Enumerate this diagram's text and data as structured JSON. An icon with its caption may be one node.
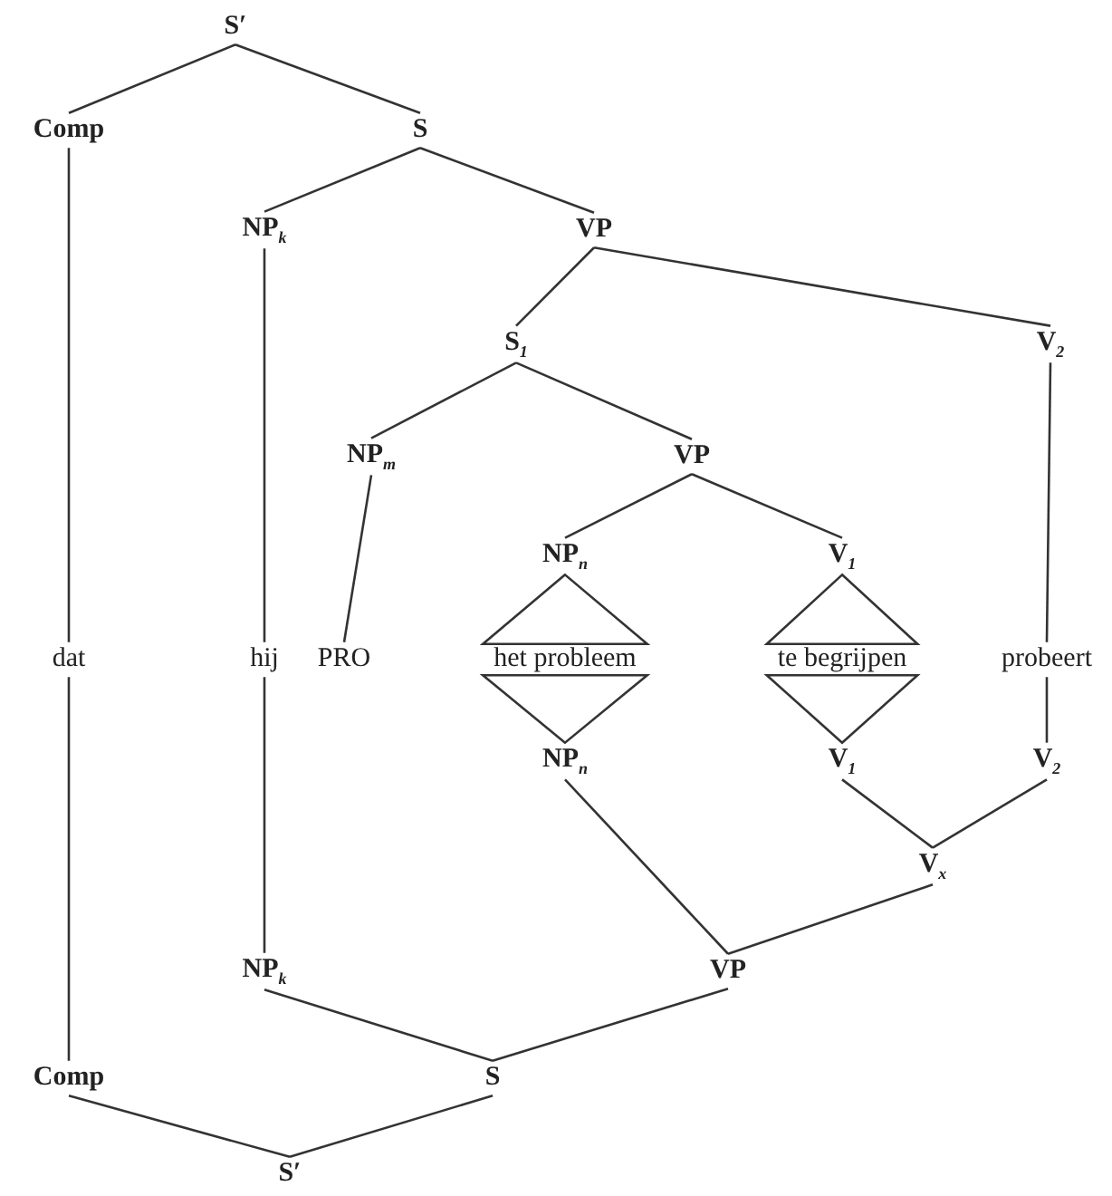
{
  "diagram": {
    "nodes": [
      {
        "text": [
          "S′"
        ]
      },
      {
        "text": [
          "Comp"
        ]
      },
      {
        "text": [
          "S"
        ]
      },
      {
        "text": [
          "NP$_{k}$"
        ]
      },
      {
        "text": [
          "VP"
        ]
      },
      {
        "text": [
          "S$_{1}$"
        ]
      },
      {
        "text": [
          "V$_{2}$"
        ]
      },
      {
        "text": [
          "NP$_{m}$"
        ]
      },
      {
        "text": [
          "VP"
        ]
      },
      {
        "text": [
          "NP$_{n}$"
        ]
      },
      {
        "text": [
          "V$_{1}$"
        ]
      },
      {
        "text": [
          "dat"
        ]
      },
      {
        "text": [
          "hij"
        ]
      },
      {
        "text": [
          "PRO"
        ]
      },
      {
        "text": [
          "het probleem"
        ]
      },
      {
        "text": [
          "te begrijpen"
        ]
      },
      {
        "text": [
          "probeert"
        ]
      },
      {
        "text": [
          "NP$_{n}$"
        ]
      },
      {
        "text": [
          "V$_{1}$"
        ]
      },
      {
        "text": [
          "V$_{2}$"
        ]
      },
      {
        "text": [
          "V$_{x}$"
        ]
      },
      {
        "text": [
          "NP$_{k}$"
        ]
      },
      {
        "text": [
          "VP"
        ]
      },
      {
        "text": [
          "Comp"
        ]
      },
      {
        "text": [
          "S"
        ]
      },
      {
        "text": [
          "S′"
        ]
      }
    ],
    "edges": [
      {
        "from": 0,
        "to": 1,
        "arrow": "none"
      },
      {
        "from": 0,
        "to": 2,
        "arrow": "none"
      },
      {
        "from": 2,
        "to": 3,
        "arrow": "none"
      },
      {
        "from": 2,
        "to": 4,
        "arrow": "none"
      },
      {
        "from": 4,
        "to": 5,
        "arrow": "none"
      },
      {
        "from": 4,
        "to": 6,
        "arrow": "none"
      },
      {
        "from": 5,
        "to": 7,
        "arrow": "none"
      },
      {
        "from": 5,
        "to": 8,
        "arrow": "none"
      },
      {
        "from": 8,
        "to": 9,
        "arrow": "none"
      },
      {
        "from": 8,
        "to": 10,
        "arrow": "none"
      },
      {
        "from": 1,
        "to": 11,
        "arrow": "none"
      },
      {
        "from": 3,
        "to": 12,
        "arrow": "none"
      },
      {
        "from": 7,
        "to": 13,
        "arrow": "none"
      },
      {
        "from": 9,
        "to": 14,
        "arrow": "none"
      },
      {
        "from": 10,
        "to": 15,
        "arrow": "none"
      },
      {
        "from": 6,
        "to": 16,
        "arrow": "none"
      },
      {
        "from": 14,
        "to": 17,
        "arrow": "none"
      },
      {
        "from": 15,
        "to": 18,
        "arrow": "none"
      },
      {
        "from": 16,
        "to": 19,
        "arrow": "none"
      },
      {
        "from": 17,
        "to": 22,
        "arrow": "none"
      },
      {
        "from": 18,
        "to": 20,
        "arrow": "none"
      },
      {
        "from": 19,
        "to": 20,
        "arrow": "none"
      },
      {
        "from": 20,
        "to": 22,
        "arrow": "none"
      },
      {
        "from": 11,
        "to": 23,
        "arrow": "none"
      },
      {
        "from": 12,
        "to": 21,
        "arrow": "none"
      },
      {
        "from": 21,
        "to": 24,
        "arrow": "none"
      },
      {
        "from": 22,
        "to": 24,
        "arrow": "none"
      },
      {
        "from": 23,
        "to": 25,
        "arrow": "none"
      },
      {
        "from": 24,
        "to": 25,
        "arrow": "none"
      }
    ]
  }
}
